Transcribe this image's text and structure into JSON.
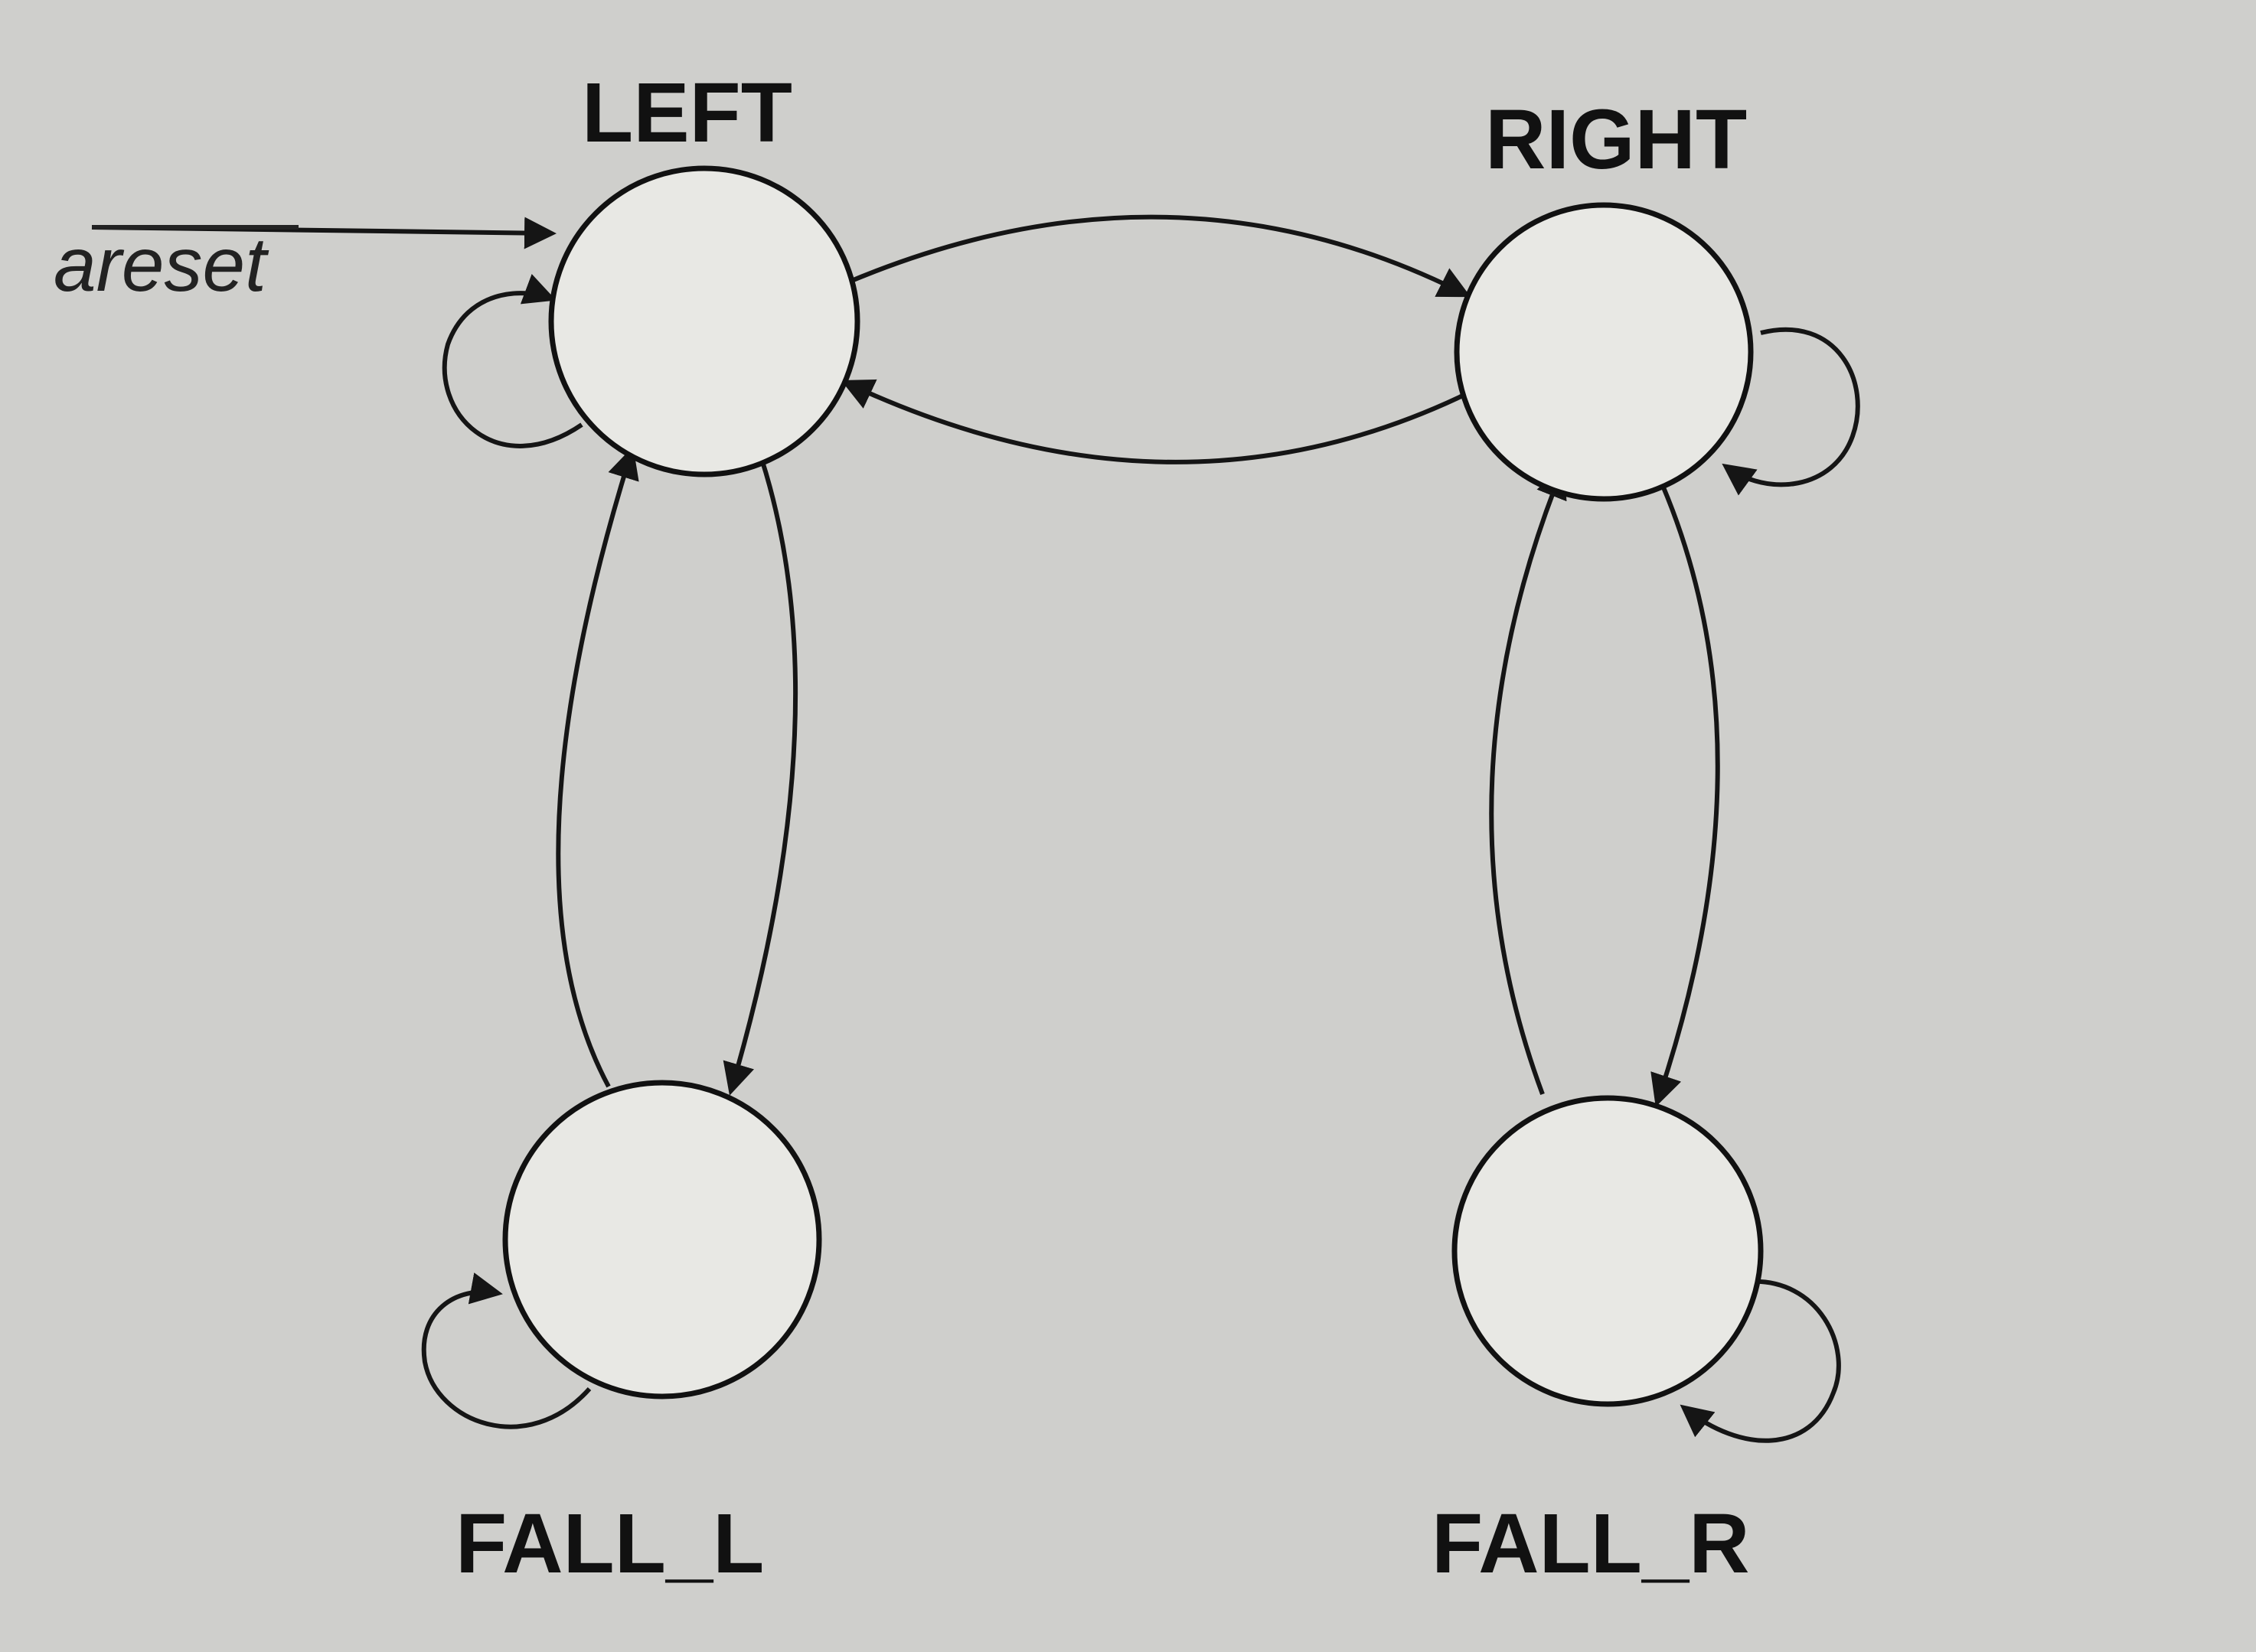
{
  "diagram": {
    "type": "state-machine",
    "reset_signal": "areset",
    "states": [
      {
        "id": "LEFT",
        "label": "LEFT"
      },
      {
        "id": "RIGHT",
        "label": "RIGHT"
      },
      {
        "id": "FALL_L",
        "label": "FALL_L"
      },
      {
        "id": "FALL_R",
        "label": "FALL_R"
      }
    ],
    "transitions": [
      {
        "from": "reset",
        "to": "LEFT"
      },
      {
        "from": "LEFT",
        "to": "LEFT"
      },
      {
        "from": "LEFT",
        "to": "RIGHT"
      },
      {
        "from": "RIGHT",
        "to": "LEFT"
      },
      {
        "from": "RIGHT",
        "to": "RIGHT"
      },
      {
        "from": "LEFT",
        "to": "FALL_L"
      },
      {
        "from": "FALL_L",
        "to": "LEFT"
      },
      {
        "from": "FALL_L",
        "to": "FALL_L"
      },
      {
        "from": "RIGHT",
        "to": "FALL_R"
      },
      {
        "from": "FALL_R",
        "to": "RIGHT"
      },
      {
        "from": "FALL_R",
        "to": "FALL_R"
      }
    ]
  }
}
